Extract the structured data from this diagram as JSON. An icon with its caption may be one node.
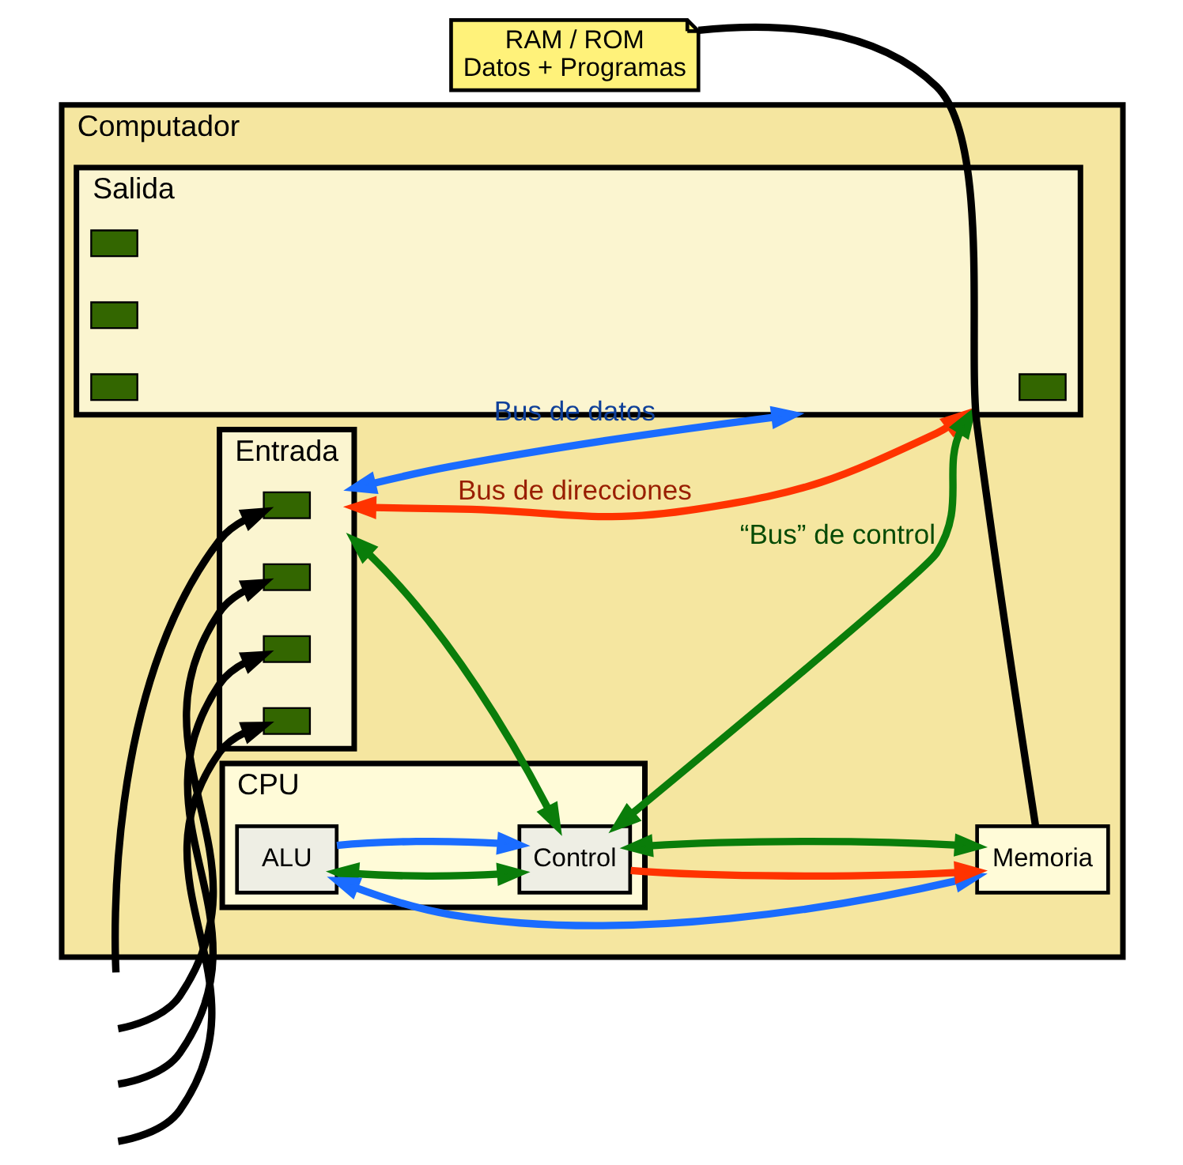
{
  "diagram": {
    "nodes": [
      {
        "text": [
          "Computador"
        ]
      },
      {
        "text": [
          "Entrada"
        ],
        "in": 0
      },
      {
        "text": [
          "CPU"
        ],
        "in": 0
      },
      {
        "text": [
          "ALU"
        ],
        "in": 2
      },
      {
        "text": [
          "Control"
        ],
        "in": 2
      },
      {
        "text": [
          "Salida"
        ],
        "in": 0
      },
      {
        "text": [
          "Memoria"
        ],
        "in": 0
      },
      {
        "text": [
          "RAM / ROM",
          "Datos + Programas"
        ]
      },
      {
        "text": [],
        "shape": "box",
        "in": 1
      },
      {
        "text": [],
        "shape": "box",
        "in": 1
      },
      {
        "text": [],
        "shape": "box",
        "in": 1
      },
      {
        "text": [],
        "shape": "box",
        "in": 1
      },
      {
        "text": [],
        "shape": "box",
        "in": 5
      },
      {
        "text": [],
        "shape": "box",
        "in": 5
      },
      {
        "text": [],
        "shape": "box",
        "in": 5
      },
      {
        "text": [],
        "shape": "box",
        "in": 5
      }
    ],
    "edges": [
      {
        "from": 1,
        "to": 4,
        "arrow": "both",
        "color": "#0a7d0a"
      },
      {
        "from": 3,
        "to": 4,
        "arrow": "both",
        "color": "#0a7d0a"
      },
      {
        "from": 4,
        "to": 5,
        "arrow": "both",
        "color": "#0a7d0a",
        "label": "“Bus” de control"
      },
      {
        "from": 3,
        "to": 6,
        "arrow": "both",
        "color": "#1a6cff"
      },
      {
        "from": 3,
        "to": 4,
        "arrow": "to",
        "color": "#1a6cff"
      },
      {
        "from": 1,
        "to": 5,
        "arrow": "both",
        "color": "#1a6cff",
        "label": "Bus de datos"
      },
      {
        "from": 1,
        "to": 5,
        "arrow": "both",
        "color": "#ff3300",
        "label": "Bus de direcciones"
      },
      {
        "from": 4,
        "to": 6,
        "arrow": "to",
        "color": "#ff3300"
      },
      {
        "from": 4,
        "to": 6,
        "arrow": "both",
        "color": "#0a7d0a"
      },
      {
        "from": 7,
        "to": 6,
        "arrow": "none"
      },
      {
        "from": null,
        "to": 8,
        "arrow": "to"
      },
      {
        "from": null,
        "to": 9,
        "arrow": "to"
      },
      {
        "from": null,
        "to": 10,
        "arrow": "to"
      },
      {
        "from": null,
        "to": 11,
        "arrow": "to"
      }
    ]
  }
}
